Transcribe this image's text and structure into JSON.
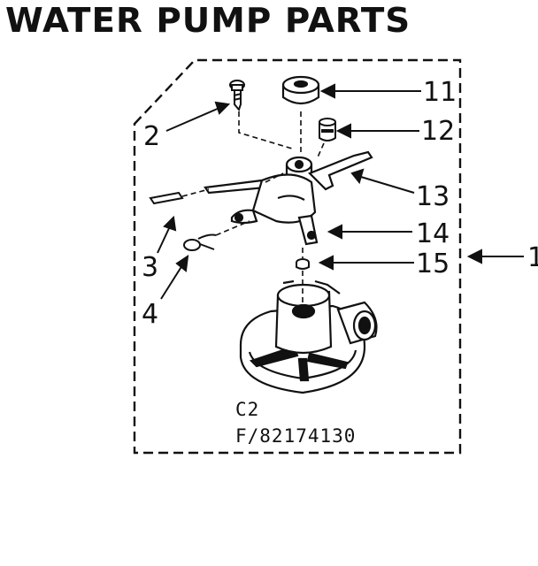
{
  "title": "WATER PUMP PARTS",
  "callouts": {
    "p1": "1",
    "p2": "2",
    "p3": "3",
    "p4": "4",
    "p11": "11",
    "p12": "12",
    "p13": "13",
    "p14": "14",
    "p15": "15"
  },
  "codes": {
    "group": "C2",
    "figure": "F/82174130"
  }
}
